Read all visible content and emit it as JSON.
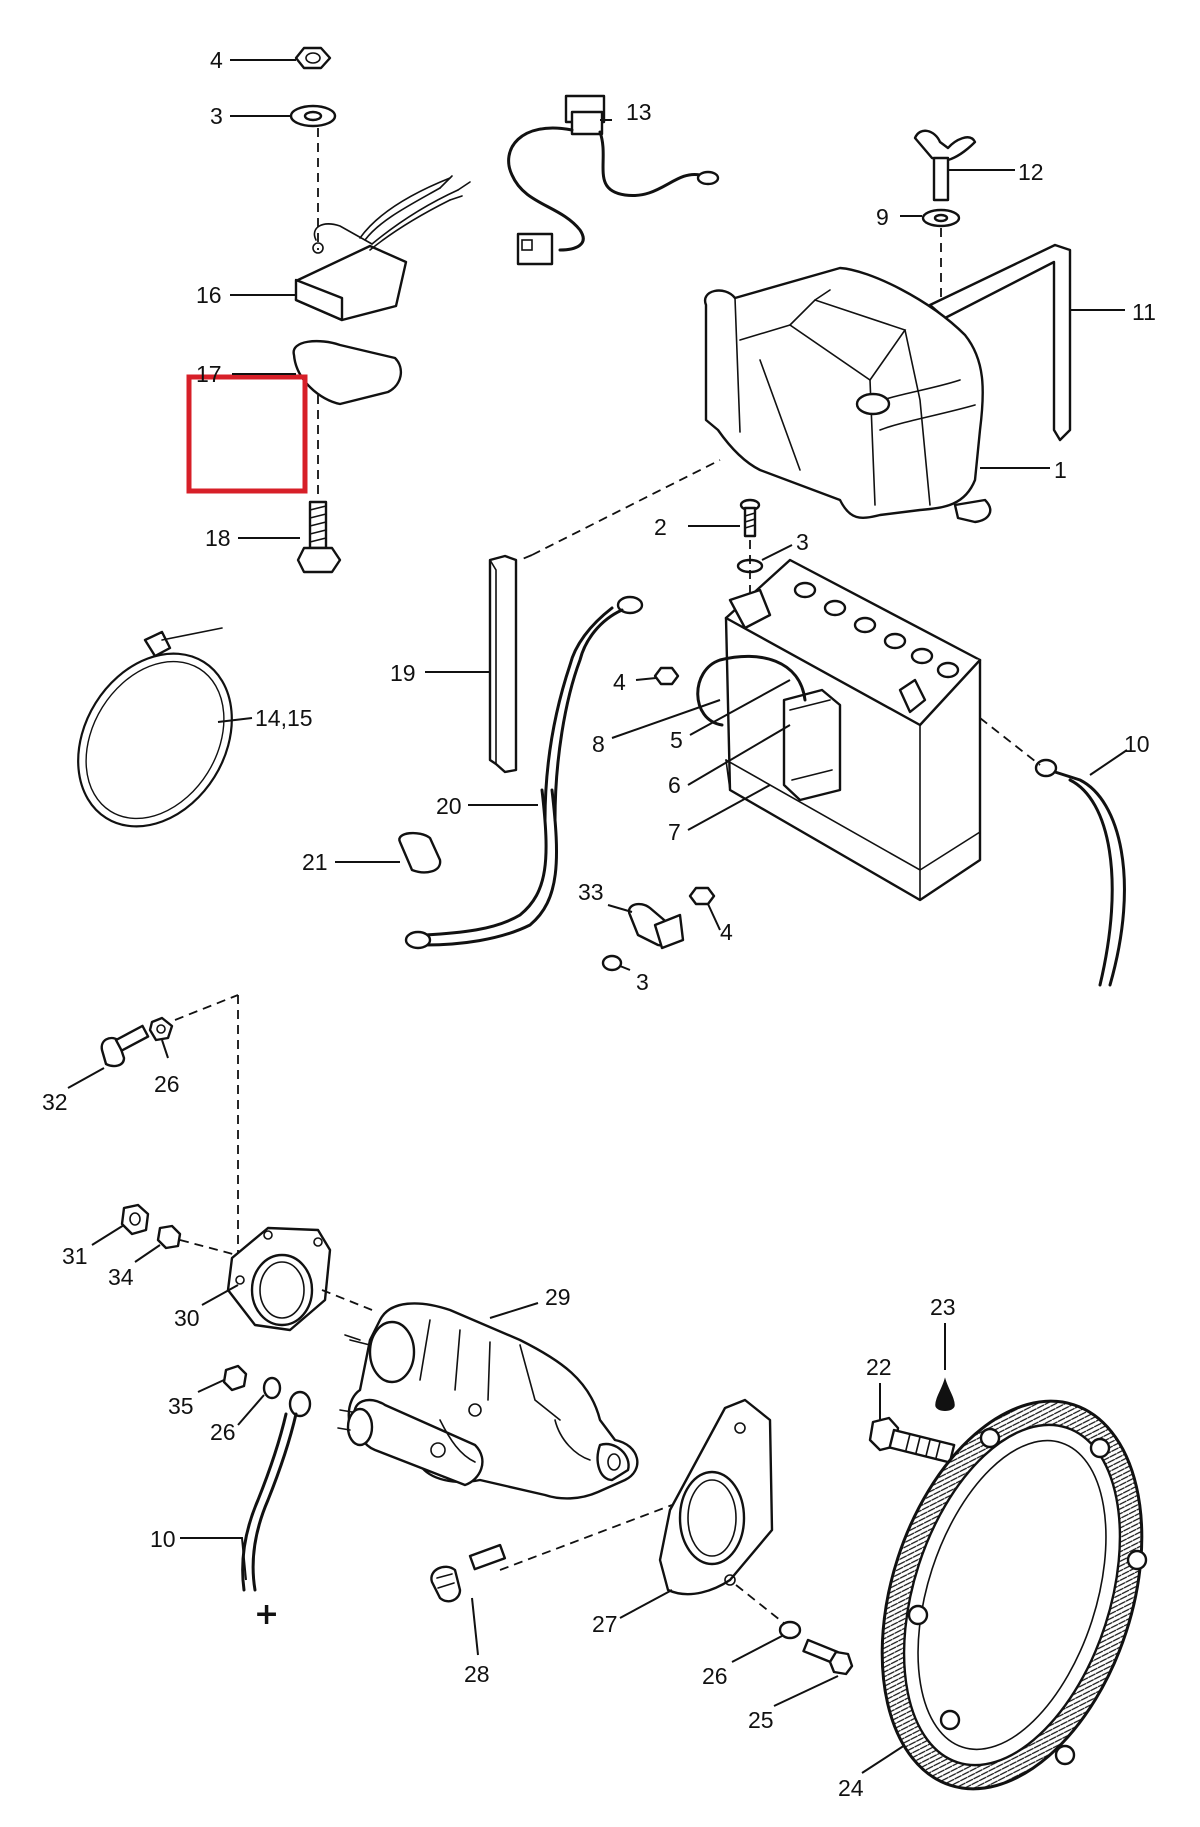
{
  "callouts": [
    {
      "id": "c1",
      "text": "1"
    },
    {
      "id": "c2",
      "text": "2"
    },
    {
      "id": "c3a",
      "text": "3"
    },
    {
      "id": "c3b",
      "text": "3"
    },
    {
      "id": "c3c",
      "text": "3"
    },
    {
      "id": "c4a",
      "text": "4"
    },
    {
      "id": "c4b",
      "text": "4"
    },
    {
      "id": "c4c",
      "text": "4"
    },
    {
      "id": "c5",
      "text": "5"
    },
    {
      "id": "c6",
      "text": "6"
    },
    {
      "id": "c7",
      "text": "7"
    },
    {
      "id": "c8",
      "text": "8"
    },
    {
      "id": "c9",
      "text": "9"
    },
    {
      "id": "c10a",
      "text": "10"
    },
    {
      "id": "c10b",
      "text": "10"
    },
    {
      "id": "c11",
      "text": "11"
    },
    {
      "id": "c12",
      "text": "12"
    },
    {
      "id": "c13",
      "text": "13"
    },
    {
      "id": "c14",
      "text": "14,15"
    },
    {
      "id": "c16",
      "text": "16"
    },
    {
      "id": "c17",
      "text": "17"
    },
    {
      "id": "c18",
      "text": "18"
    },
    {
      "id": "c19",
      "text": "19"
    },
    {
      "id": "c20",
      "text": "20"
    },
    {
      "id": "c21",
      "text": "21"
    },
    {
      "id": "c22",
      "text": "22"
    },
    {
      "id": "c23",
      "text": "23"
    },
    {
      "id": "c24",
      "text": "24"
    },
    {
      "id": "c25",
      "text": "25"
    },
    {
      "id": "c26a",
      "text": "26"
    },
    {
      "id": "c26b",
      "text": "26"
    },
    {
      "id": "c26c",
      "text": "26"
    },
    {
      "id": "c27",
      "text": "27"
    },
    {
      "id": "c28",
      "text": "28"
    },
    {
      "id": "c29",
      "text": "29"
    },
    {
      "id": "c30",
      "text": "30"
    },
    {
      "id": "c31",
      "text": "31"
    },
    {
      "id": "c32",
      "text": "32"
    },
    {
      "id": "c33",
      "text": "33"
    },
    {
      "id": "c34",
      "text": "34"
    },
    {
      "id": "c35",
      "text": "35"
    }
  ],
  "polarity_mark": "+",
  "highlight_color": "#d71f28"
}
